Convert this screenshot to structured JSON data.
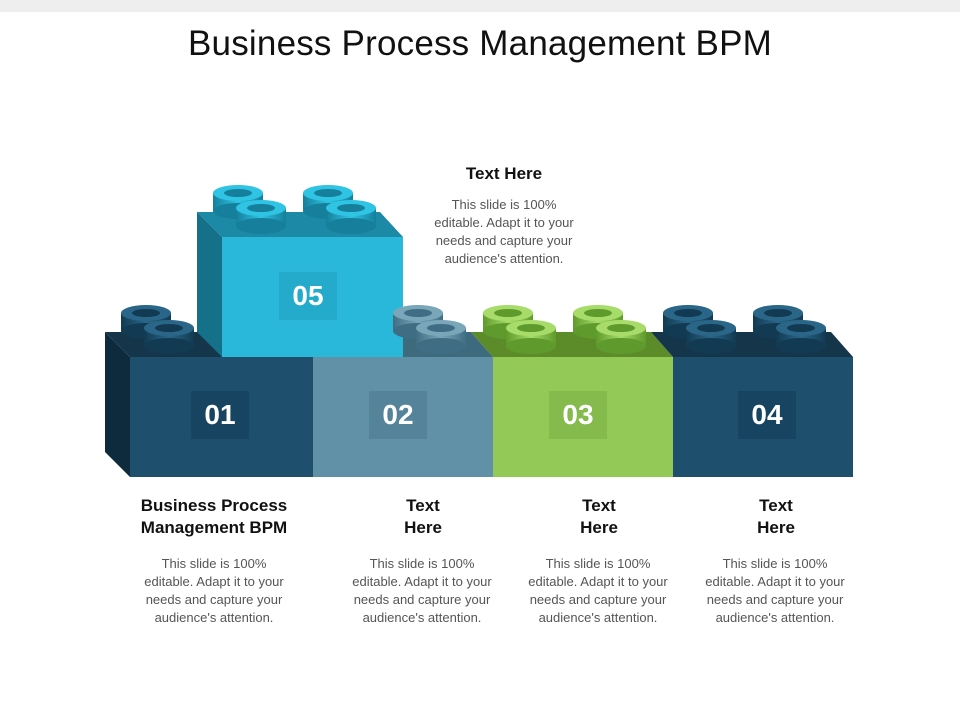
{
  "title": "Business Process Management BPM",
  "colors": {
    "block01": "#1e506e",
    "block02": "#6191a6",
    "block03": "#92c957",
    "block04": "#1e506e",
    "block05": "#29b8d9"
  },
  "blocks": [
    {
      "number": "01",
      "heading": "Business Process\nManagement BPM",
      "body": "This slide is 100% editable. Adapt it to your needs and capture your audience's attention."
    },
    {
      "number": "02",
      "heading": "Text\nHere",
      "body": "This slide is 100% editable. Adapt it to your needs and capture your audience's attention."
    },
    {
      "number": "03",
      "heading": "Text\nHere",
      "body": "This slide is 100% editable. Adapt it to your needs and capture your audience's attention."
    },
    {
      "number": "04",
      "heading": "Text\nHere",
      "body": "This slide is 100% editable. Adapt it to your needs and capture your audience's attention."
    },
    {
      "number": "05",
      "heading": "Text Here",
      "body": "This slide is 100% editable. Adapt it to your needs and capture your audience's attention."
    }
  ]
}
